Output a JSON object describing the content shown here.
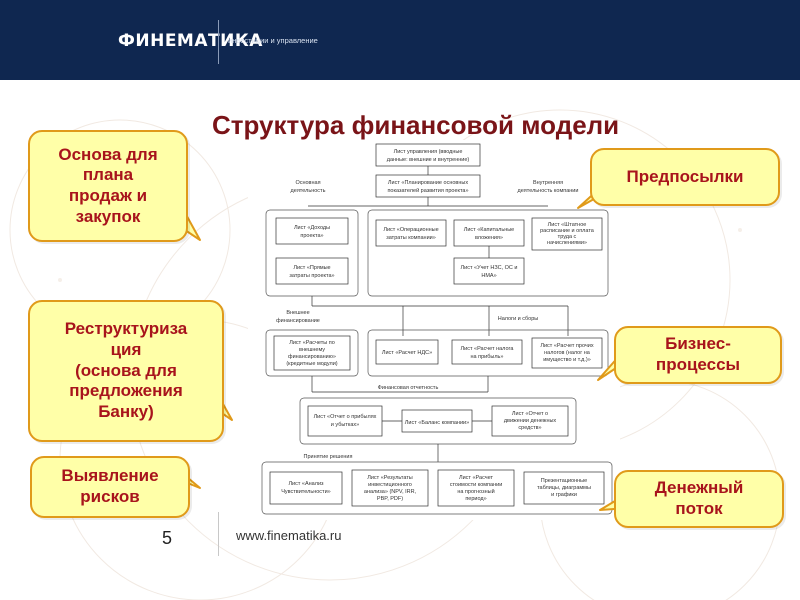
{
  "header": {
    "logo": "ФИНЕМАТИКА",
    "tagline": "инвестиции и управление"
  },
  "title": "Структура финансовой модели",
  "colors": {
    "header_bg": "#0f2750",
    "title": "#7a1418",
    "callout_bg": "#ffffa8",
    "callout_border": "#e09a1a",
    "callout_text": "#a8141c"
  },
  "callouts": {
    "sales": [
      "Основа для",
      "плана",
      "продаж и",
      "закупок"
    ],
    "restructuring": [
      "Реструктуриза",
      "ция",
      "(основа для",
      "предложения",
      "Банку)"
    ],
    "risks": [
      "Выявление",
      "рисков"
    ],
    "assumptions": [
      "Предпосылки"
    ],
    "business": [
      "Бизнес-",
      "процессы"
    ],
    "cashflow": [
      "Денежный",
      "поток"
    ]
  },
  "diagram": {
    "top_box": [
      "Лист управления (вводные",
      "данные: внешние и внутренние)"
    ],
    "planning_box": [
      "Лист «Планирование основных",
      "показателей развития проекта»"
    ],
    "main_activity": [
      "Основная",
      "деятельность"
    ],
    "internal_activity": [
      "Внутренняя",
      "деятельность компании"
    ],
    "income_box": [
      "Лист «Доходы",
      "проекта»"
    ],
    "direct_costs_box": [
      "Лист «Прямые",
      "затраты проекта»"
    ],
    "opex_box": [
      "Лист «Операционные",
      "затраты компании»"
    ],
    "capex_box": [
      "Лист «Капитальные",
      "вложения»"
    ],
    "staff_box": [
      "Лист «Штатное",
      "расписание и оплата",
      "труда с",
      "начислениями»"
    ],
    "vat_nma_box": [
      "Лист «Учет НЗС, ОС и",
      "НМА»"
    ],
    "external_financing": [
      "Внешнее",
      "финансирование"
    ],
    "taxes": "Налоги и сборы",
    "ext_fin_box": [
      "Лист «Расчеты по",
      "внешнему",
      "финансированию»",
      "(кредитные модули)"
    ],
    "vat_calc_box": [
      "Лист «Расчет НДС»"
    ],
    "profit_tax_box": [
      "Лист «Расчет налога",
      "на прибыль»"
    ],
    "other_taxes_box": [
      "Лист «Расчет прочих",
      "налогов (налог на",
      "имущество и т.д.)»"
    ],
    "fin_reporting": "Финансовая отчетность",
    "pnl_box": [
      "Лист «Отчет о прибылях",
      "и убытках»"
    ],
    "balance_box": [
      "Лист «Баланс компании»"
    ],
    "cf_box": [
      "Лист «Отчет о",
      "движении денежных",
      "средств»"
    ],
    "decision": "Принятие решения",
    "sensitivity_box": [
      "Лист «Анализ",
      "Чувствительности»"
    ],
    "investment_box": [
      "Лист «Результаты",
      "инвестиционного",
      "анализа» (NPV, IRR,",
      "PBP, PDF)"
    ],
    "valuation_box": [
      "Лист «Расчет",
      "стоимости компании",
      "на прогнозный",
      "период»"
    ],
    "presentation_box": [
      "Презентационные",
      "таблицы, диаграммы",
      "и графики"
    ]
  },
  "footer": {
    "page_number": "5",
    "url": "www.finematika.ru"
  }
}
